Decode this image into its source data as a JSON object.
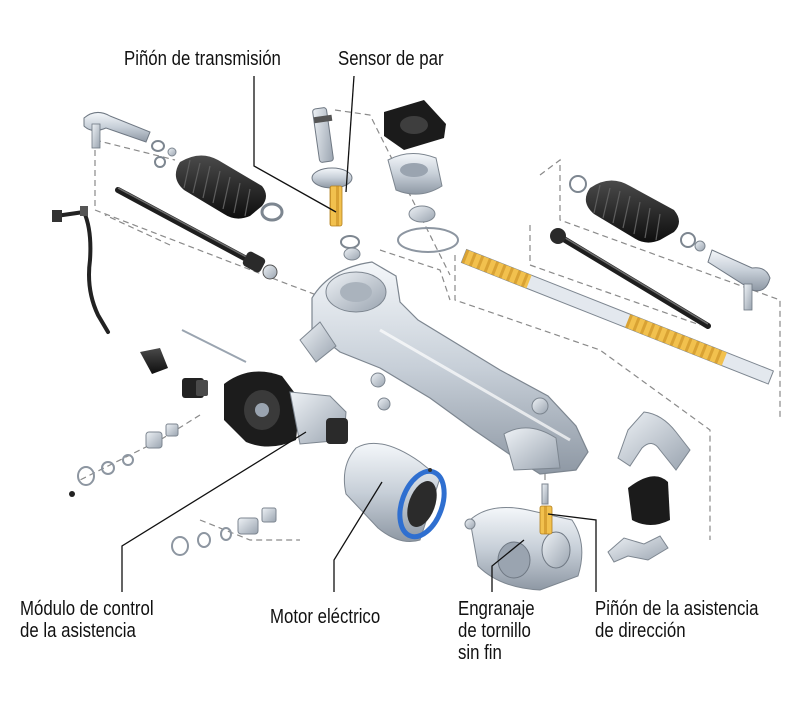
{
  "labels": {
    "transmission_pinion": "Piñón de transmisión",
    "torque_sensor": "Sensor de par",
    "control_module": [
      "Módulo de control",
      "de la asistencia"
    ],
    "electric_motor": "Motor eléctrico",
    "worm_gear": [
      "Engranaje",
      "de tornillo",
      "sin fin"
    ],
    "assist_pinion": [
      "Piñón de la asistencia",
      "de dirección"
    ]
  },
  "colors": {
    "highlight": "#f2c14e",
    "motor_ring": "#2f6fd0",
    "metal": "#c9d1d9",
    "rubber": "#1d1d1d",
    "leader": "#111111",
    "dash": "#8a8a8a"
  }
}
